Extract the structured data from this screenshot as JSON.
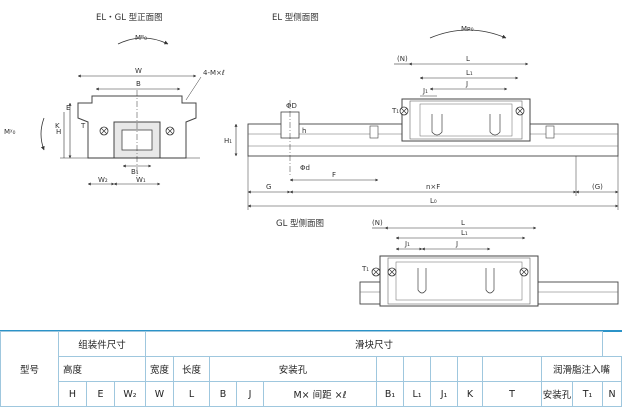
{
  "titles": {
    "front": "EL・GL 型正面图",
    "el_side": "EL 型侧面图",
    "gl_side": "GL 型侧面图"
  },
  "front_labels": {
    "mr0": "Mᴿ₀",
    "my0": "Mᵡ₀",
    "w": "W",
    "b": "B",
    "holes": "4-M×ℓ",
    "e": "E",
    "t": "T",
    "h": "H",
    "k": "K",
    "w2": "W₂",
    "b1": "B₁",
    "w1": "W₁"
  },
  "el_labels": {
    "mp0": "Mᴘ₀",
    "n": "(N)",
    "l": "L",
    "l1": "L₁",
    "j": "J",
    "j1": "J₁",
    "t1": "T₁",
    "phi_d_top": "ΦD",
    "h": "h",
    "h1": "H₁",
    "phi_d": "Φd",
    "f": "F",
    "g": "G",
    "nxf": "n×F",
    "g_paren": "(G)",
    "l0": "L₀"
  },
  "gl_labels": {
    "n": "(N)",
    "l": "L",
    "l1": "L₁",
    "j1": "J₁",
    "j": "J",
    "t1": "T₁"
  },
  "table": {
    "model": "型号",
    "assembly": "组装件尺寸",
    "slider": "滑块尺寸",
    "height": "高度",
    "width": "宽度",
    "length": "长度",
    "mount_hole": "安装孔",
    "lube": "润滑脂注入嘴",
    "cols": {
      "H": "H",
      "E": "E",
      "W2": "W₂",
      "W": "W",
      "L": "L",
      "B": "B",
      "J": "J",
      "M": "M× 间距 ×ℓ",
      "B1": "B₁",
      "L1": "L₁",
      "J1": "J₁",
      "K": "K",
      "T": "T",
      "lube_hole": "安装孔",
      "T1": "T₁",
      "N": "N"
    }
  },
  "colors": {
    "border": "#9fc7de",
    "accent": "#2b93c8"
  }
}
